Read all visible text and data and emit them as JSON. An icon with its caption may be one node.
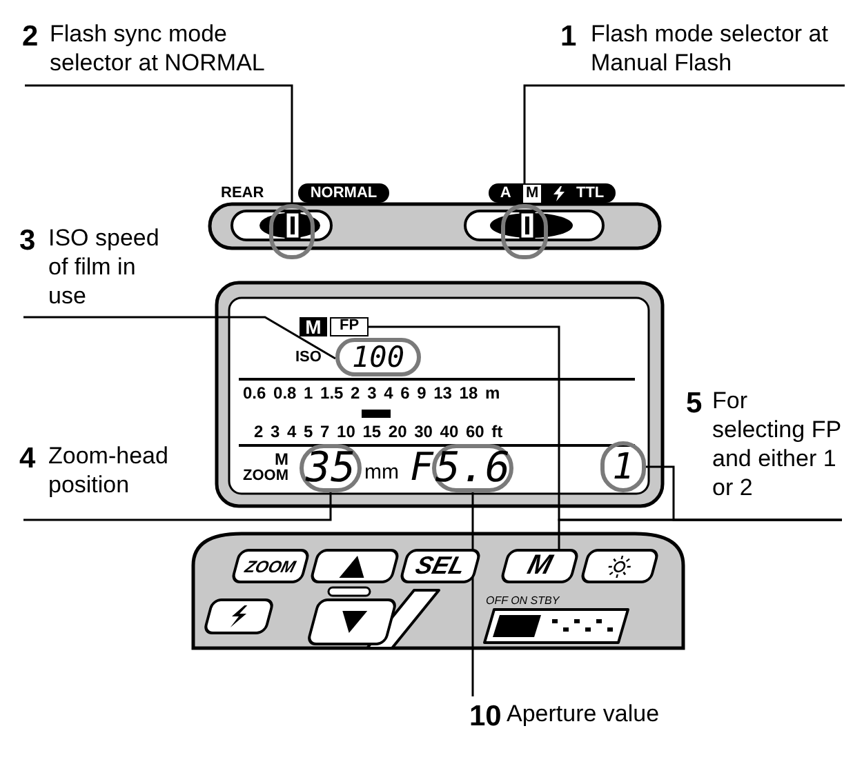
{
  "diagram": {
    "nodes": [
      {
        "text": [
          "2",
          "Flash sync mode selector at NORMAL"
        ]
      },
      {
        "text": [
          "1",
          "Flash mode selector at Manual Flash"
        ]
      },
      {
        "text": [
          "3",
          "ISO speed of film in use"
        ]
      },
      {
        "text": [
          "4",
          "Zoom-head position"
        ]
      },
      {
        "text": [
          "5",
          "For selecting FP and either 1 or 2"
        ]
      },
      {
        "text": [
          "10",
          "Aperture value"
        ]
      },
      {
        "text": [],
        "shape": "box"
      },
      {
        "text": [],
        "shape": "box"
      },
      {
        "text": [
          "100"
        ]
      },
      {
        "text": [
          "35"
        ]
      },
      {
        "text": [
          "5.6"
        ]
      },
      {
        "text": [
          "1"
        ]
      },
      {
        "text": [
          "FP"
        ]
      },
      {
        "text": [
          "M"
        ]
      },
      {
        "text": [
          "ZOOM"
        ]
      },
      {
        "text": [
          "SEL"
        ]
      },
      {
        "text": [],
        "shape": "box"
      },
      {
        "text": [],
        "shape": "box"
      },
      {
        "text": [],
        "shape": "box"
      },
      {
        "text": [],
        "shape": "box"
      }
    ],
    "edges": [
      {
        "from": 0,
        "to": 6,
        "arrow": "none"
      },
      {
        "from": 1,
        "to": 7,
        "arrow": "none"
      },
      {
        "from": 2,
        "to": 8,
        "arrow": "none"
      },
      {
        "from": 3,
        "to": 9,
        "arrow": "none"
      },
      {
        "from": 4,
        "to": 11,
        "arrow": "none"
      },
      {
        "from": 4,
        "to": 12,
        "arrow": "none"
      },
      {
        "from": 4,
        "to": 13,
        "arrow": "none"
      },
      {
        "from": 5,
        "to": 10,
        "arrow": "none"
      }
    ],
    "labels": [
      "REAR",
      "NORMAL",
      "A",
      "M",
      "TTL",
      "M",
      "ISO",
      "0.6 0.8 1 1.5 2 3 4 6 9 13 18 m",
      "2 3 4 5 7 10 15 20 30 40 60 ft",
      "M",
      "ZOOM",
      "mm",
      "F",
      "OFF ON STBY"
    ]
  }
}
